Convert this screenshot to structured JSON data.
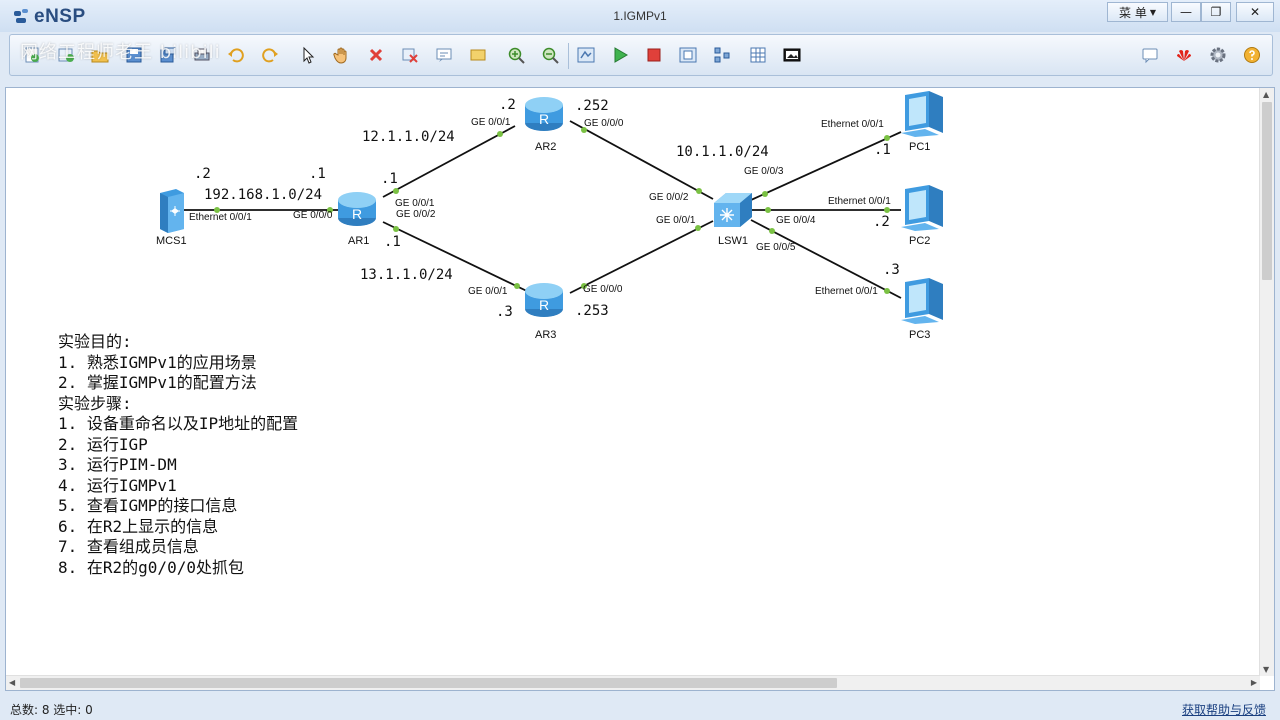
{
  "app": {
    "name": "eNSP",
    "window_title": "1.IGMPv1",
    "menu_label": "菜 单",
    "watermark": "网络工程师老王 bilibili"
  },
  "window_controls": {
    "minimize": "—",
    "restore": "❐",
    "close": "✕"
  },
  "canvas": {
    "devices": [
      {
        "id": "AR1",
        "label": "AR1",
        "type": "router-icon"
      },
      {
        "id": "AR2",
        "label": "AR2",
        "type": "router-icon"
      },
      {
        "id": "AR3",
        "label": "AR3",
        "type": "router-icon"
      },
      {
        "id": "LSW1",
        "label": "LSW1",
        "type": "switch-icon"
      },
      {
        "id": "MCS1",
        "label": "MCS1",
        "type": "server-icon"
      },
      {
        "id": "PC1",
        "label": "PC1",
        "type": "pc-icon"
      },
      {
        "id": "PC2",
        "label": "PC2",
        "type": "pc-icon"
      },
      {
        "id": "PC3",
        "label": "PC3",
        "type": "pc-icon"
      }
    ],
    "networks": {
      "ar1_ar2": "12.1.1.0/24",
      "ar1_ar3": "13.1.1.0/24",
      "mcs_ar1": "192.168.1.0/24",
      "lan": "10.1.1.0/24"
    },
    "host_ids": {
      "mcs1": ".2",
      "ar1_mcs": ".1",
      "ar1_ar2": ".1",
      "ar1_ar3": ".1",
      "ar2_ar1": ".2",
      "ar2_lan": ".252",
      "ar3_ar1": ".3",
      "ar3_lan": ".253",
      "pc1": ".1",
      "pc2": ".2",
      "pc3": ".3"
    },
    "ports": {
      "mcs1": "Ethernet 0/0/1",
      "ar1_mcs": "GE 0/0/0",
      "ar1_ar2": "GE 0/0/1",
      "ar1_ar3": "GE 0/0/2",
      "ar2_ar1": "GE 0/0/1",
      "ar2_lsw": "GE 0/0/0",
      "ar3_ar1": "GE 0/0/1",
      "ar3_lsw": "GE 0/0/0",
      "lsw_ar2": "GE 0/0/2",
      "lsw_ar3": "GE 0/0/1",
      "lsw_pc1": "GE 0/0/3",
      "lsw_pc2": "GE 0/0/4",
      "lsw_pc3": "GE 0/0/5",
      "pc1": "Ethernet 0/0/1",
      "pc2": "Ethernet 0/0/1",
      "pc3": "Ethernet 0/0/1"
    },
    "notes": [
      "实验目的:",
      "1. 熟悉IGMPv1的应用场景",
      "2. 掌握IGMPv1的配置方法",
      "实验步骤:",
      "1. 设备重命名以及IP地址的配置",
      "2. 运行IGP",
      "3. 运行PIM-DM",
      "4. 运行IGMPv1",
      "5. 查看IGMP的接口信息",
      "6. 在R2上显示的信息",
      "7. 查看组成员信息",
      "8. 在R2的g0/0/0处抓包"
    ]
  },
  "status": {
    "left": "总数: 8 选中: 0",
    "help_link": "获取帮助与反馈"
  },
  "colors": {
    "link_line": "#111111",
    "port_dot": "#7ac143",
    "device_blue": "#3f9be0"
  }
}
